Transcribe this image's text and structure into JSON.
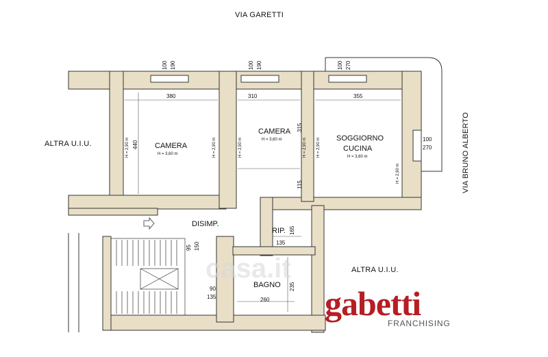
{
  "streets": {
    "top": "VIA GARETTI",
    "right": "VIA BRUNO ALBERTO"
  },
  "neighbors": {
    "left": "ALTRA U.I.U.",
    "bottom_right": "ALTRA U.I.U."
  },
  "rooms": {
    "camera1": {
      "name": "CAMERA",
      "height": "H = 3,60 m"
    },
    "camera2": {
      "name": "CAMERA",
      "height": "H = 3,60 m"
    },
    "soggiorno": {
      "name1": "SOGGIORNO",
      "name2": "CUCINA",
      "height": "H = 3,60 m"
    },
    "disimp": "DISIMP.",
    "rip": "RIP.",
    "bagno": "BAGNO"
  },
  "dimensions": {
    "w1_a": "100",
    "w1_b": "190",
    "w2_a": "100",
    "w2_b": "190",
    "w3_a": "100",
    "w3_b": "270",
    "camera1_w": "380",
    "camera1_h": "440",
    "camera2_w": "310",
    "camera2_h": "315",
    "soggiorno_w": "355",
    "side_win_a": "100",
    "side_win_b": "270",
    "hall_115": "115",
    "rip_h": "165",
    "rip_w": "135",
    "disimp_a": "95",
    "disimp_b": "150",
    "bagno_w": "260",
    "bagno_h": "235",
    "door_a": "90",
    "door_b": "135",
    "h_290": "H = 2,90 m"
  },
  "watermark": "casa.it",
  "logo": {
    "word": "gabetti",
    "sub": "FRANCHISING"
  },
  "colors": {
    "wall": "#e9dfc7",
    "wall_stroke": "#333333",
    "logo_red": "#b51e24"
  }
}
